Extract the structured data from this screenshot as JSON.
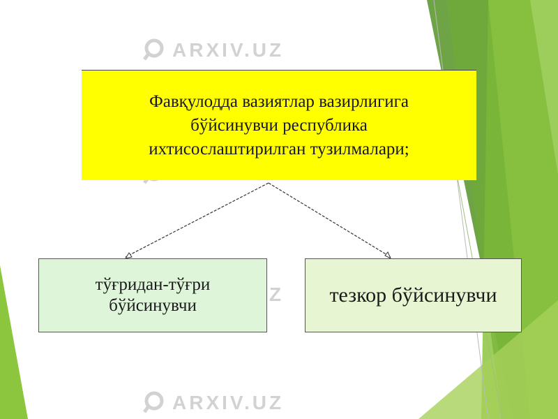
{
  "diagram": {
    "top_node": {
      "line1": "Фавқулодда вазиятлар вазирлигига",
      "line2": "бўйсинувчи республика",
      "line3": "ихтисослаштирилган тузилмалари;"
    },
    "left_node": {
      "line1": "тўғридан-тўғри",
      "line2": "бўйсинувчи"
    },
    "right_node": {
      "label": "тезкор бўйсинувчи"
    }
  },
  "watermark": {
    "text": "ARXIV.UZ",
    "icon": "magnifier-icon"
  },
  "colors": {
    "top_node_fill": "#ffff00",
    "left_node_fill": "#dff5da",
    "right_node_fill": "#e8f5d3",
    "accent_green": "#8cc63e",
    "accent_green_dark": "#4f8a2c"
  }
}
